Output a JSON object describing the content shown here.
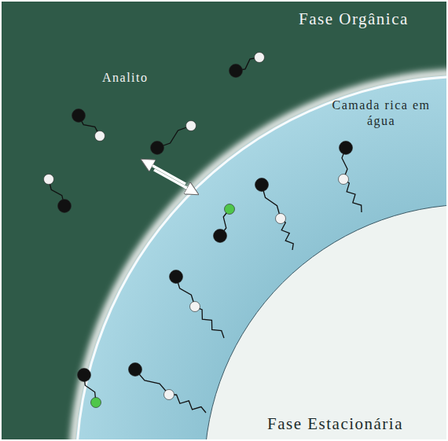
{
  "diagram": {
    "labels": [
      "Fase Orgânica",
      "Analito",
      "Camada rica em água",
      "Fase Estacionária"
    ]
  }
}
